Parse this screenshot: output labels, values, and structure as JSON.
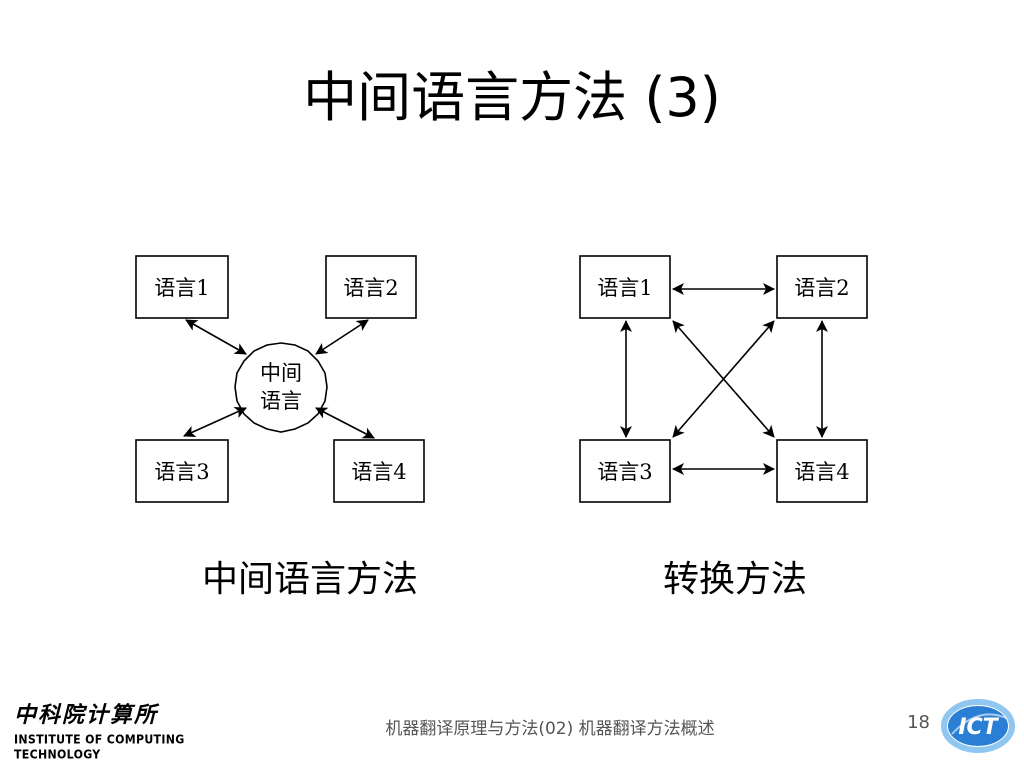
{
  "slide": {
    "title": "中间语言方法 (3)",
    "page_number": "18",
    "footer": "机器翻译原理与方法(02) 机器翻译方法概述"
  },
  "left_diagram": {
    "caption": "中间语言方法",
    "nodes": [
      "语言1",
      "语言2",
      "语言3",
      "语言4"
    ],
    "hub_line1": "中间",
    "hub_line2": "语言"
  },
  "right_diagram": {
    "caption": "转换方法",
    "nodes": [
      "语言1",
      "语言2",
      "语言3",
      "语言4"
    ]
  },
  "logos": {
    "left_script": "中科院计算所",
    "left_subtitle": "INSTITUTE OF COMPUTING TECHNOLOGY",
    "right_mark": "ICT"
  },
  "colors": {
    "text": "#000000",
    "footer_text": "#555555",
    "logo_blue": "#2a7fd4",
    "logo_light_blue": "#8fc7f0"
  }
}
